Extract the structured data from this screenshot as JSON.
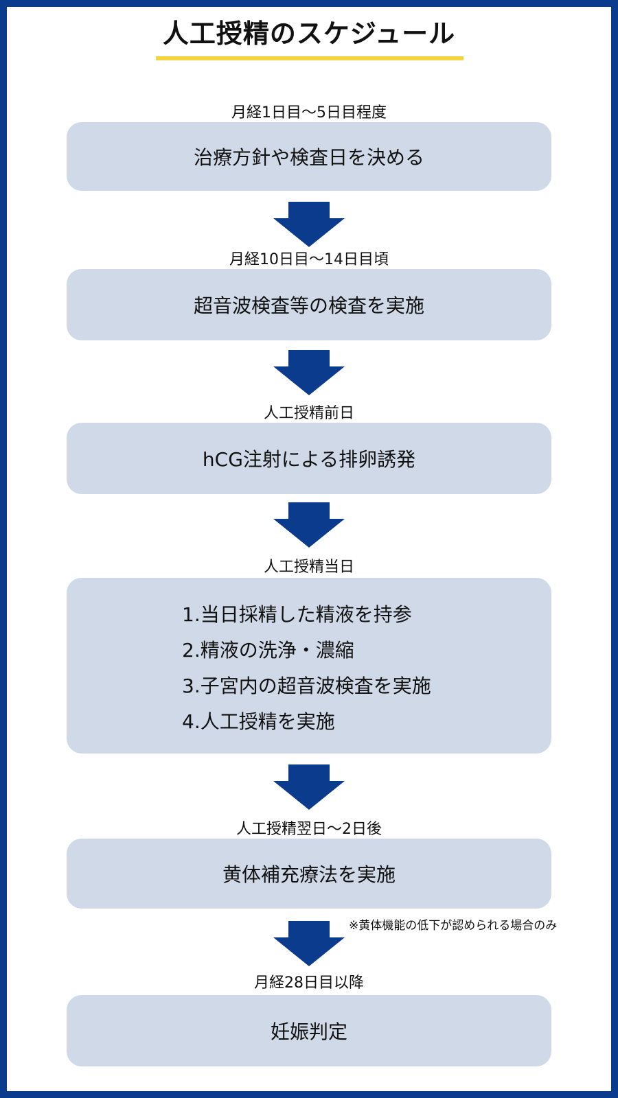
{
  "title": "人工授精のスケジュール",
  "steps": [
    {
      "timing": "月経1日目〜5日目程度",
      "content": "治療方針や検査日を決める"
    },
    {
      "timing": "月経10日目〜14日目頃",
      "content": "超音波検査等の検査を実施"
    },
    {
      "timing": "人工授精前日",
      "content": "hCG注射による排卵誘発"
    },
    {
      "timing": "人工授精当日",
      "items": [
        "1.当日採精した精液を持参",
        "2.精液の洗浄・濃縮",
        "3.子宮内の超音波検査を実施",
        "4.人工授精を実施"
      ]
    },
    {
      "timing": "人工授精翌日〜2日後",
      "content": "黄体補充療法を実施",
      "note": "※黄体機能の低下が認められる場合のみ"
    },
    {
      "timing": "月経28日目以降",
      "content": "妊娠判定"
    }
  ],
  "colors": {
    "border": "#0b3b8c",
    "box": "#d0d9e8",
    "arrow": "#0b3b8c",
    "underline": "#f4d43f"
  }
}
